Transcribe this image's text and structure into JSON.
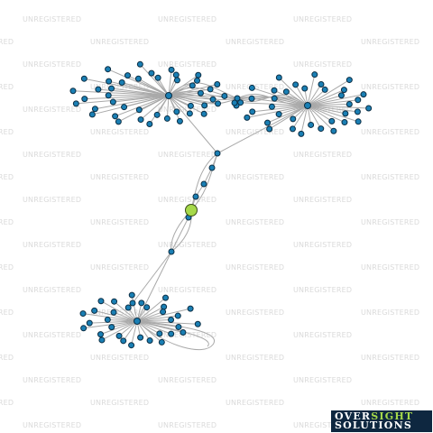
{
  "watermark": {
    "text": "UNREGISTERED"
  },
  "logo": {
    "word1": "OVER",
    "word2": "SIGHT",
    "line2": "SOLUTIONS"
  },
  "colors": {
    "node": "#1a7fb4",
    "focus_node": "#a6d94a",
    "edge": "#a9a9a9",
    "logo_bg": "#0e2740"
  }
}
